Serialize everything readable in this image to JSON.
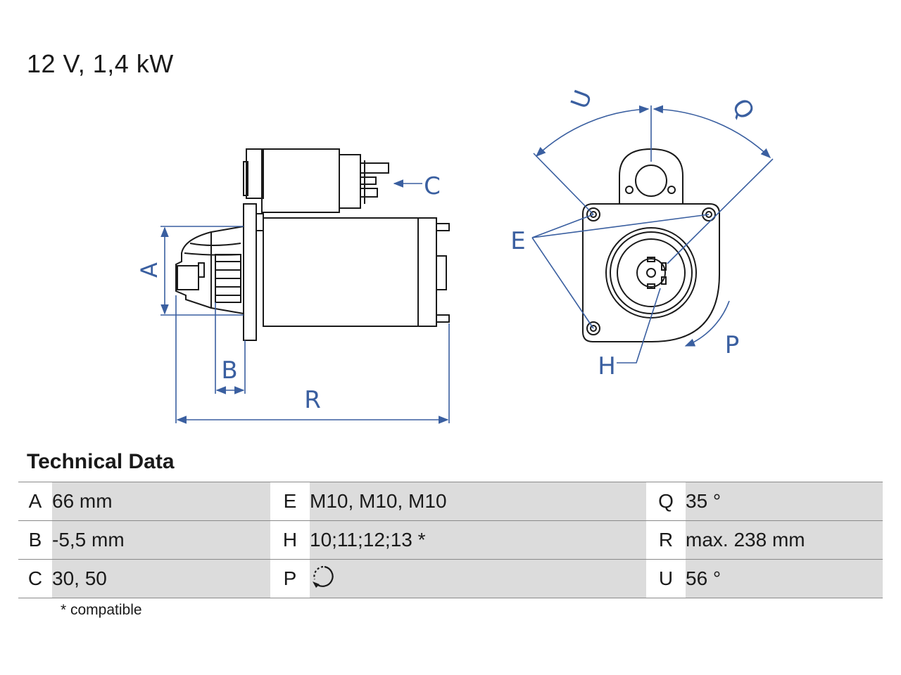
{
  "header": {
    "title": "12 V, 1,4 kW"
  },
  "drawing": {
    "line_color": "#1a1a1a",
    "dim_color": "#3a5fa0",
    "labels": {
      "A": "A",
      "B": "B",
      "C": "C",
      "R": "R",
      "E": "E",
      "H": "H",
      "P": "P",
      "Q": "Q",
      "U": "U"
    }
  },
  "technical_data": {
    "title": "Technical Data",
    "rows": [
      {
        "k1": "A",
        "v1": "66 mm",
        "k2": "E",
        "v2": "M10, M10, M10",
        "k3": "Q",
        "v3": "35 °"
      },
      {
        "k1": "B",
        "v1": "-5,5 mm",
        "k2": "H",
        "v2": "10;11;12;13 *",
        "k3": "R",
        "v3": "max. 238 mm"
      },
      {
        "k1": "C",
        "v1": "30, 50",
        "k2": "P",
        "v2_icon": "clockwise-rotation-icon",
        "k3": "U",
        "v3": "56 °"
      }
    ],
    "footnote": "* compatible"
  }
}
